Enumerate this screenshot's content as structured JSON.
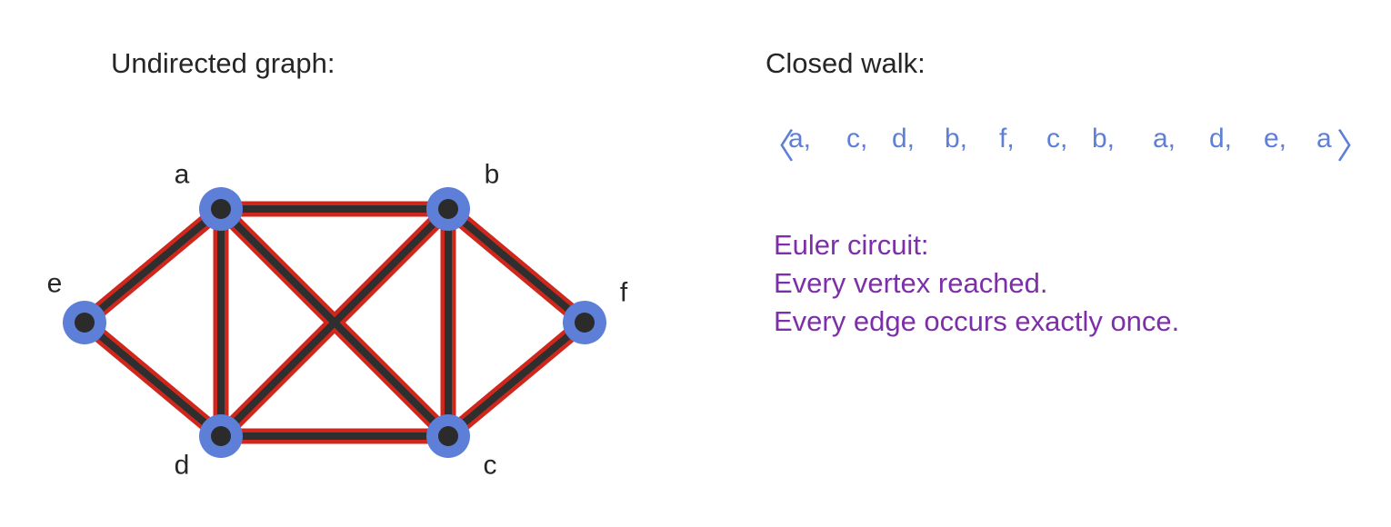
{
  "graph_title": "Undirected graph:",
  "walk_title": "Closed walk:",
  "walk": {
    "open": "〈",
    "close": "〉",
    "items": [
      "a,",
      "c,",
      "d,",
      "b,",
      "f,",
      "c,",
      "b,",
      "a,",
      "d,",
      "e,",
      "a"
    ]
  },
  "notes": [
    "Euler circuit:",
    "Every vertex reached.",
    "Every edge occurs exactly once."
  ],
  "colors": {
    "vertex_halo": "#5d7fd8",
    "vertex_core": "#2b2b2b",
    "edge": "#2f2f2f",
    "edge_highlight": "#d0271d",
    "walk_text": "#5d7fd8",
    "note_text": "#7d2fa8",
    "title_text": "#262626"
  },
  "vertices": [
    {
      "id": "a",
      "label": "a"
    },
    {
      "id": "b",
      "label": "b"
    },
    {
      "id": "c",
      "label": "c"
    },
    {
      "id": "d",
      "label": "d"
    },
    {
      "id": "e",
      "label": "e"
    },
    {
      "id": "f",
      "label": "f"
    }
  ],
  "edges": [
    [
      "a",
      "b"
    ],
    [
      "a",
      "e"
    ],
    [
      "a",
      "d"
    ],
    [
      "a",
      "c"
    ],
    [
      "b",
      "d"
    ],
    [
      "b",
      "c"
    ],
    [
      "b",
      "f"
    ],
    [
      "c",
      "d"
    ],
    [
      "c",
      "f"
    ],
    [
      "d",
      "e"
    ]
  ]
}
